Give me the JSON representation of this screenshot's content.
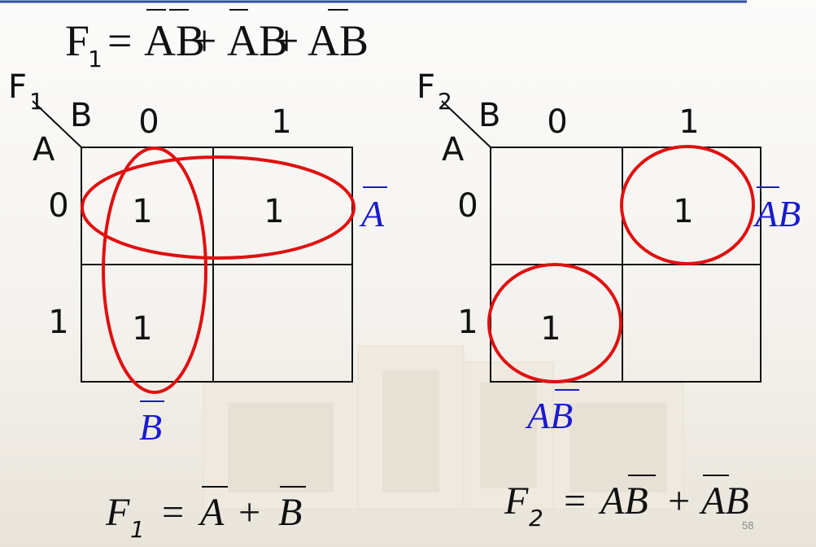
{
  "top_formula": {
    "lhs": "F",
    "lhs_sub": "1",
    "eq": "=",
    "t1": "AB",
    "t2": "AB",
    "t3": "AB",
    "plus": "+"
  },
  "kmap1": {
    "func": "F",
    "func_sub": "1",
    "col_var": "B",
    "row_var": "A",
    "col_heads": [
      "0",
      "1"
    ],
    "row_heads": [
      "0",
      "1"
    ],
    "cells": [
      [
        "1",
        "1"
      ],
      [
        "1",
        ""
      ]
    ],
    "loop_label_row": "A",
    "loop_label_col": "B",
    "result": {
      "lhs": "F",
      "lhs_sub": "1",
      "eq": "=",
      "t1": "A",
      "plus": "+",
      "t2": "B"
    }
  },
  "kmap2": {
    "func": "F",
    "func_sub": "2",
    "col_var": "B",
    "row_var": "A",
    "col_heads": [
      "0",
      "1"
    ],
    "row_heads": [
      "0",
      "1"
    ],
    "cells": [
      [
        "",
        "1"
      ],
      [
        "1",
        ""
      ]
    ],
    "loop_label_a": "AB",
    "loop_label_b": "AB",
    "result": {
      "lhs": "F",
      "lhs_sub": "2",
      "eq": "=",
      "t1": "AB",
      "plus": "+",
      "t2": "AB"
    }
  },
  "page_number": "58",
  "colors": {
    "loop": "#e01010",
    "blue_text": "#1a1ad0",
    "rule": "#2a4ea2"
  }
}
